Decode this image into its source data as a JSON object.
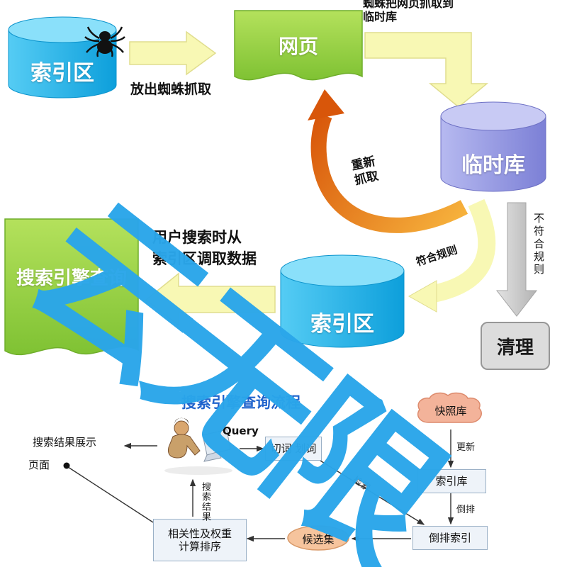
{
  "watermark": {
    "text": "云无限",
    "color": "#2aa6ea"
  },
  "icons": {
    "spider": "spider-icon",
    "person": "person-at-computer-illustration"
  },
  "colors": {
    "cylinder_blue": "#14aee8",
    "cylinder_purple": "#8f92e3",
    "doc_green": "#8cc63f",
    "arrow_yellow": "#f8f8b4",
    "arrow_orange": "#d8560a",
    "arrow_gray": "#c8c8c8",
    "title_blue": "#1f63cc",
    "cloud_salmon": "#f3b39a"
  },
  "top": {
    "spider_db": "索引区",
    "release_label": "放出蜘蛛抓取",
    "webpage": "网页",
    "crawl_line1": "蜘蛛把网页抓取到",
    "crawl_line2": "临时库",
    "temp_db": "临时库",
    "recrawl_line1": "重新",
    "recrawl_line2": "抓取",
    "match_label": "符合规则",
    "nomatch_label": "不符合规则",
    "clean": "清理",
    "index_db": "索引区",
    "note_line1": "用户搜索时从",
    "note_line2": "索引区调取数据",
    "query_doc": "搜索引擎查询"
  },
  "bottom": {
    "title": "搜索引擎查询流程",
    "query": "Query",
    "seg_box": "切词 划词",
    "snapshot": "快照库",
    "index_store": "索引库",
    "inverted": "倒排索引",
    "candidate": "候选集",
    "rank_line1": "相关性及权重",
    "rank_line2": "计算排序",
    "result_line1": "搜索结果展示",
    "result_line2": "页面",
    "return_label": "搜索结果",
    "retrieve_label": "检索",
    "update_label": "更新",
    "invert_label": "倒排"
  }
}
